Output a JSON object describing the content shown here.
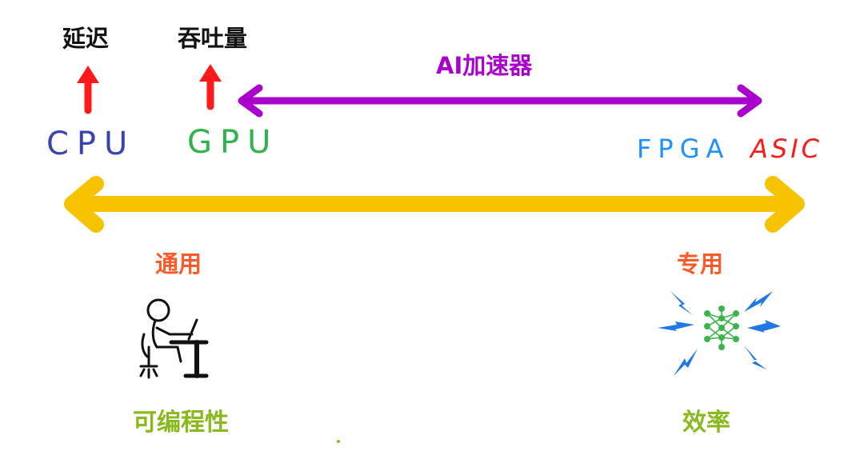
{
  "labels": {
    "latency": "延迟",
    "throughput": "吞吐量",
    "ai_accelerator": "AI加速器",
    "cpu": "CPU",
    "gpu": "GPU",
    "fpga": "FPGA",
    "asic": "ASIC",
    "general": "通用",
    "specialized": "专用",
    "programmability": "可编程性",
    "efficiency": "效率"
  },
  "colors": {
    "black": "#111111",
    "red_arrow": "#ff1a1a",
    "purple": "#aa00cc",
    "cpu": "#3a44b0",
    "gpu": "#2fb34a",
    "fpga": "#1e90ff",
    "asic": "#ff1a1a",
    "yellow": "#f7c200",
    "orange": "#ff5a2a",
    "olive": "#8ab91e",
    "bolt": "#1f78e6",
    "network": "#3cb44b"
  },
  "icons": {
    "person": "person-at-computer-icon",
    "network": "neural-network-icon"
  }
}
